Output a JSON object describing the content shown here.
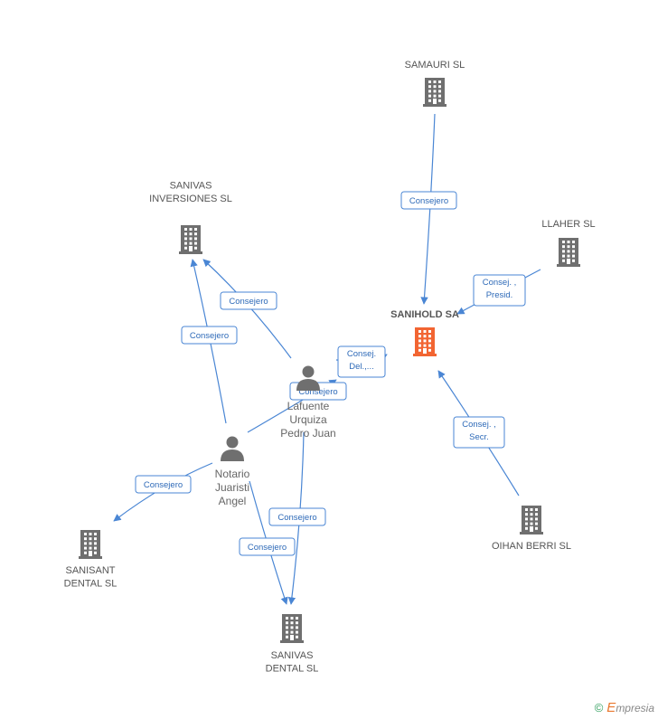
{
  "nodes": {
    "samauri": {
      "lines": [
        "SAMAURI SL"
      ],
      "kind": "company"
    },
    "llaher": {
      "lines": [
        "LLAHER  SL"
      ],
      "kind": "company"
    },
    "sanihold": {
      "lines": [
        "SANIHOLD SA"
      ],
      "kind": "company-main"
    },
    "sanivas_inv": {
      "lines": [
        "SANIVAS",
        "INVERSIONES SL"
      ],
      "kind": "company"
    },
    "oihan": {
      "lines": [
        "OIHAN BERRI  SL"
      ],
      "kind": "company"
    },
    "sanisant": {
      "lines": [
        "SANISANT",
        "DENTAL SL"
      ],
      "kind": "company"
    },
    "sanivas_dental": {
      "lines": [
        "SANIVAS",
        "DENTAL SL"
      ],
      "kind": "company"
    },
    "lafuente": {
      "lines": [
        "Lafuente",
        "Urquiza",
        "Pedro Juan"
      ],
      "kind": "person"
    },
    "notario": {
      "lines": [
        "Notario",
        "Juaristi",
        "Angel"
      ],
      "kind": "person"
    }
  },
  "edges": [
    {
      "from": "samauri",
      "to": "sanihold",
      "label": [
        "Consejero"
      ]
    },
    {
      "from": "llaher",
      "to": "sanihold",
      "label": [
        "Consej. ,",
        "Presid."
      ]
    },
    {
      "from": "oihan",
      "to": "sanihold",
      "label": [
        "Consej. ,",
        "Secr."
      ]
    },
    {
      "from": "lafuente",
      "to": "sanihold",
      "label": [
        "Consej.",
        "Del.,..."
      ]
    },
    {
      "from": "lafuente",
      "to": "sanivas_inv",
      "label": [
        "Consejero"
      ]
    },
    {
      "from": "notario",
      "to": "sanivas_inv",
      "label": [
        "Consejero"
      ]
    },
    {
      "from": "notario",
      "to": "lafuente",
      "label": [
        "Consejero"
      ]
    },
    {
      "from": "notario",
      "to": "sanisant",
      "label": [
        "Consejero"
      ]
    },
    {
      "from": "lafuente",
      "to": "sanivas_dental",
      "label": [
        "Consejero"
      ]
    },
    {
      "from": "notario",
      "to": "sanivas_dental",
      "label": [
        "Consejero"
      ]
    }
  ],
  "colors": {
    "edge": "#4a86d4",
    "company_icon": "#6f6f6f",
    "main_icon": "#f26532",
    "person_icon": "#6f6f6f"
  },
  "watermark": {
    "symbol": "©",
    "brand_initial": "E",
    "brand_rest": "mpresia"
  }
}
